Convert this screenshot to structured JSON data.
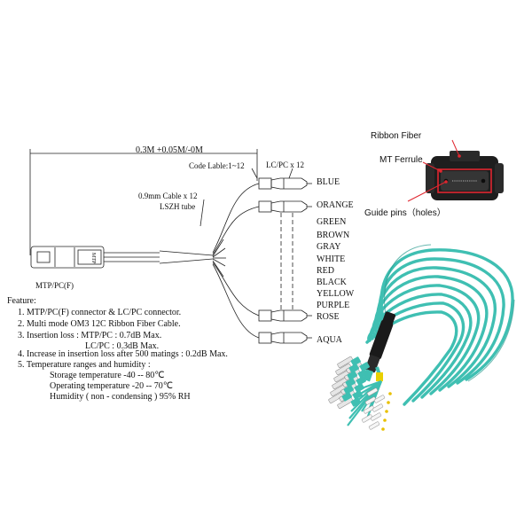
{
  "drawing": {
    "length": "0.3M +0.05M/-0M",
    "code_label": "Code Lable:1~12",
    "lc_pc": "LC/PC x 12",
    "cable": "0.9mm Cable x 12",
    "tube": "LSZH tube",
    "connector": "MTP/PC(F)",
    "mtp_stamp": "MTP",
    "colors": [
      "BLUE",
      "ORANGE",
      "GREEN",
      "BROWN",
      "GRAY",
      "WHITE",
      "RED",
      "BLACK",
      "YELLOW",
      "PURPLE",
      "ROSE",
      "AQUA"
    ]
  },
  "features": {
    "heading": "Feature:",
    "items": [
      "1.  MTP/PC(F) connector & LC/PC connector.",
      "2.  Multi mode OM3 12C Ribbon Fiber Cable.",
      "3.  Insertion  loss : MTP/PC : 0.7dB Max.",
      "LC/PC : 0.3dB Max.",
      "4.  Increase  in  insertion  loss  after 500  matings : 0.2dB Max.",
      "5.  Temperature  ranges  and  humidity :",
      "Storage  temperature  -40 -- 80℃",
      "Operating  temperature  -20 -- 70℃",
      "Humidity ( non - condensing ) 95%  RH"
    ]
  },
  "callouts": {
    "ribbon": "Ribbon Fiber",
    "ferrule": "MT Ferrule",
    "pins": "Guide pins（holes）"
  },
  "style": {
    "aqua": "#3fbfb2",
    "aqua_dark": "#2a9a8f",
    "callout_red": "#e0262f",
    "connector_black": "#1a1a1a"
  }
}
